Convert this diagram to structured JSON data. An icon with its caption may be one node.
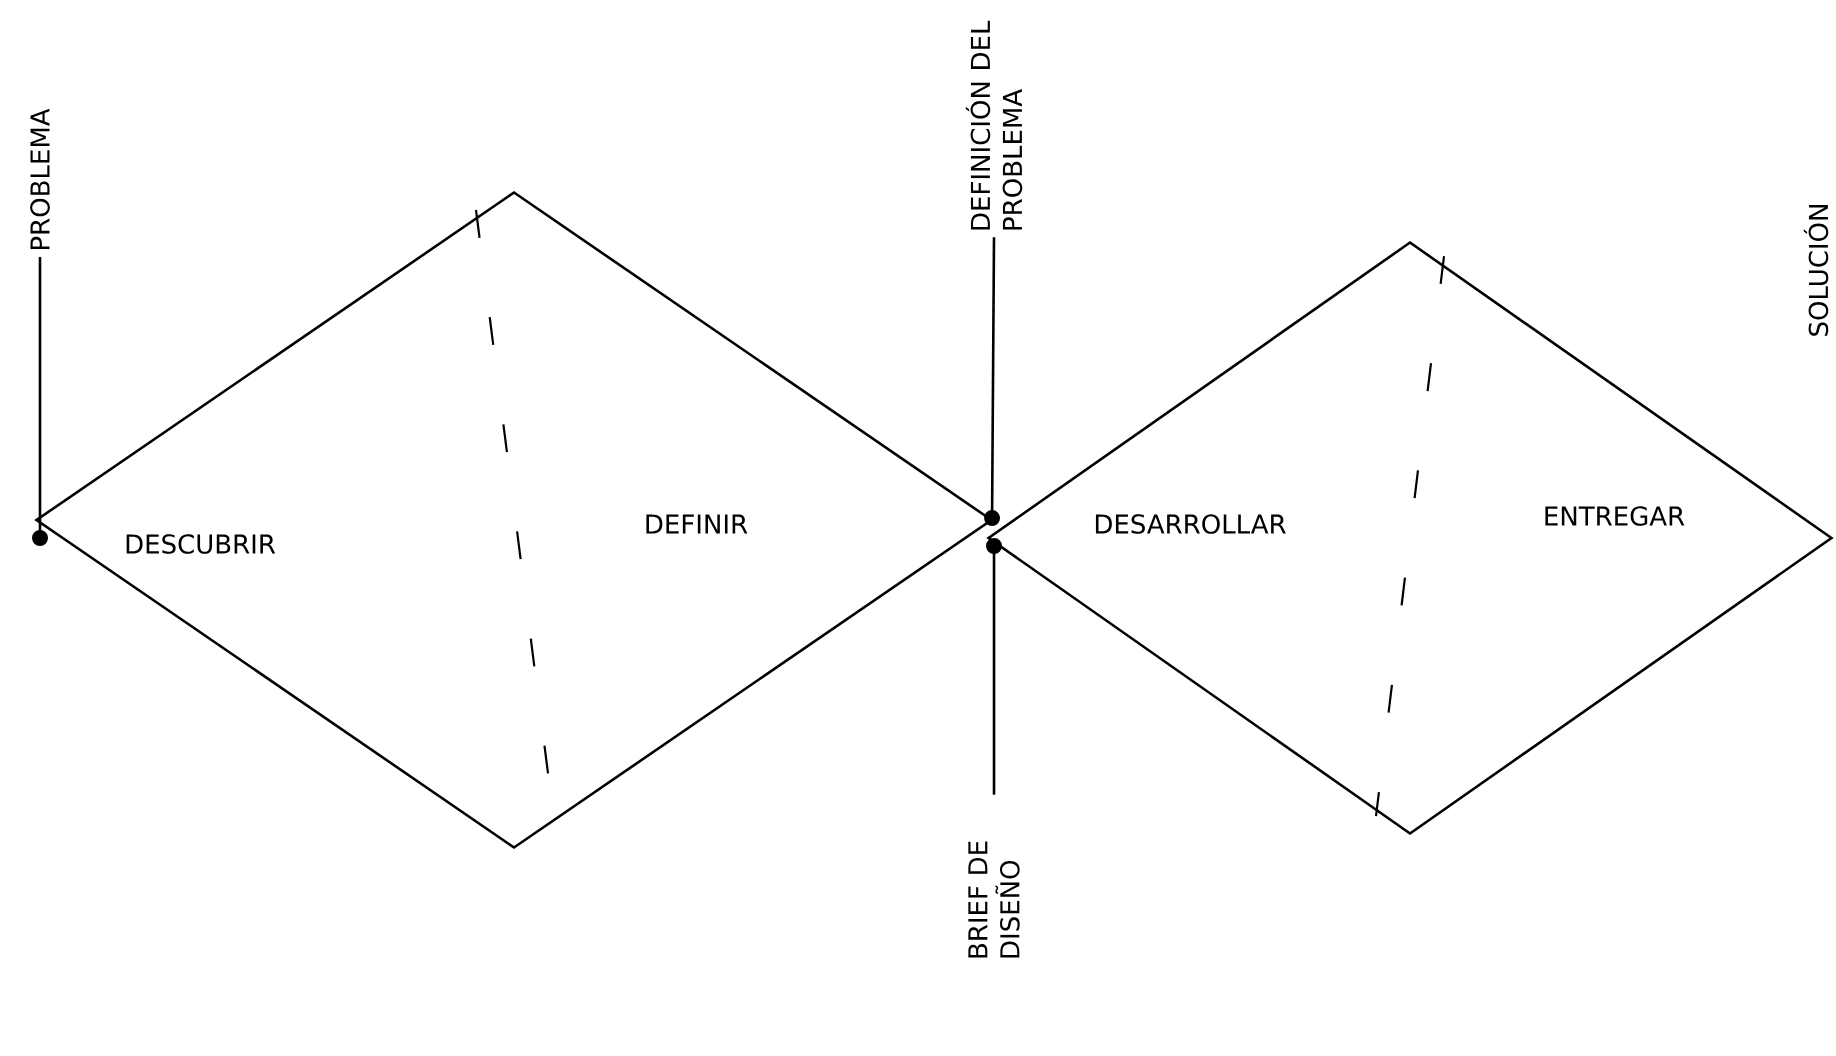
{
  "diagram": {
    "nodes": [
      {
        "text": [
          "DESCUBRIR",
          "DEFINIR"
        ]
      },
      {
        "text": [
          "DESARROLLAR",
          "ENTREGAR"
        ]
      },
      {
        "text": [
          "PROBLEMA"
        ]
      },
      {
        "text": [
          "DEFINICIÓN DEL PROBLEMA"
        ]
      },
      {
        "text": [
          "BRIEF DE DISEÑO"
        ]
      }
    ],
    "edges": [
      {
        "from": 2,
        "to": 0,
        "arrow": "other"
      },
      {
        "from": 3,
        "to": 1,
        "arrow": "other"
      },
      {
        "from": 4,
        "to": 1,
        "arrow": "other"
      }
    ],
    "labels": [
      "SOLUCIÓN"
    ]
  }
}
